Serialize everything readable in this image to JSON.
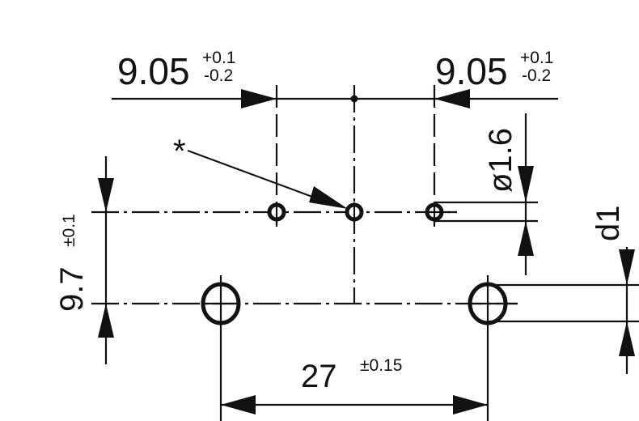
{
  "drawing": {
    "left_pitch": {
      "value": "9.05",
      "tol_upper": "+0.1",
      "tol_lower": "-0.2"
    },
    "right_pitch": {
      "value": "9.05",
      "tol_upper": "+0.1",
      "tol_lower": "-0.2"
    },
    "row_spacing": {
      "value": "9.7",
      "tol": "±0.1"
    },
    "small_hole_diameter": "ø1.6",
    "large_hole_diameter": "d1",
    "large_hole_spacing": {
      "value": "27",
      "tol": "±0.15"
    },
    "note_marker": "*"
  }
}
